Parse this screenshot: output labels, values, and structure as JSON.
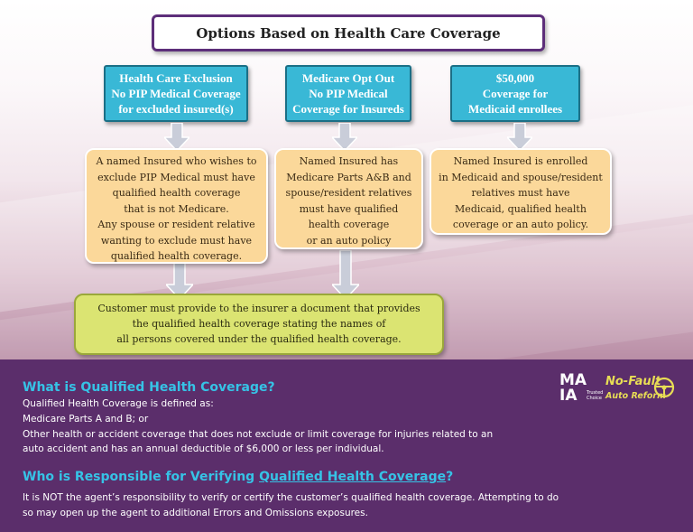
{
  "title": "Options Based on Health Care Coverage",
  "options": [
    {
      "heading": [
        "Health Care Exclusion",
        "No PIP Medical Coverage",
        "for excluded insured(s)"
      ],
      "detail": [
        "A named Insured who wishes to",
        "exclude PIP Medical must have",
        "qualified health coverage",
        "that is not Medicare.",
        "Any spouse or resident relative",
        "wanting to exclude must have",
        "qualified health coverage."
      ]
    },
    {
      "heading": [
        "Medicare Opt Out",
        "No PIP Medical",
        "Coverage for Insureds"
      ],
      "detail": [
        "Named Insured has",
        "Medicare Parts A&B and",
        "spouse/resident relatives",
        "must have qualified",
        "health coverage",
        "or an auto policy"
      ]
    },
    {
      "heading": [
        "$50,000",
        "Coverage for",
        "Medicaid enrollees"
      ],
      "detail": [
        "Named Insured is enrolled",
        "in Medicaid and spouse/resident",
        "relatives must have",
        "Medicaid, qualified health",
        "coverage or an auto policy."
      ]
    }
  ],
  "result": [
    "Customer must provide to the insurer a document that provides",
    "the qualified health coverage stating the names of",
    "all persons covered under the qualified health coverage."
  ],
  "qhc": {
    "heading": "What is Qualified Health Coverage?",
    "lines": [
      "Qualified Health Coverage is defined as:",
      "Medicare Parts A and B; or",
      "Other health or accident coverage that does not exclude or limit coverage for injuries related to an",
      "auto accident and has an annual deductible of $6,000 or less per individual."
    ]
  },
  "responsible": {
    "heading_prefix": "Who is Responsible for Verifying ",
    "heading_underlined": "Qualified Health Coverage",
    "heading_suffix": "?",
    "lines": [
      "It is NOT the agent’s responsibility to verify or certify the customer’s qualified health coverage. Attempting to do",
      "so may open up the agent to additional Errors and Omissions exposures."
    ]
  },
  "logo": {
    "ma": "MA",
    "ia": "IA",
    "trusted": "Trusted Choice",
    "no_fault": "No-Fault",
    "auto_reform": "Auto Reform"
  },
  "colors": {
    "title_border": "#5d2e7a",
    "option_box": "#39b8d6",
    "detail_box": "#fbd89a",
    "result_box": "#dbe472",
    "arrow": "#c9cdd9",
    "bottom_band": "#5b2e6b",
    "heading_text": "#36c3e6",
    "logo_accent": "#e8dd55"
  }
}
